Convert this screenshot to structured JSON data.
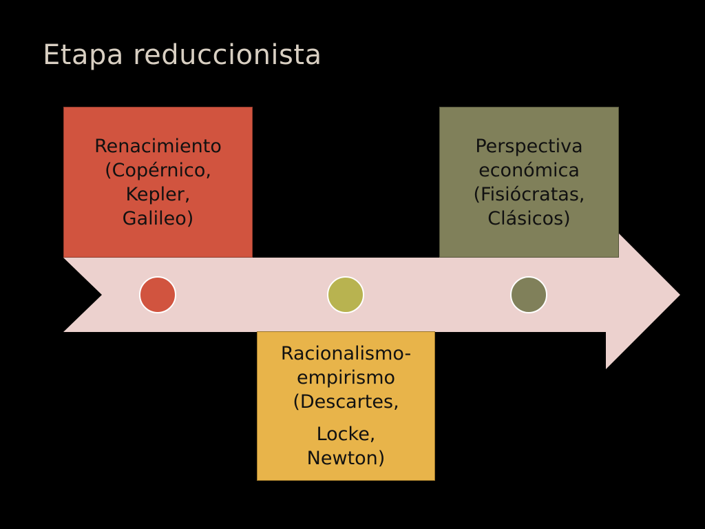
{
  "title": "Etapa reduccionista",
  "colors": {
    "background": "#000000",
    "title_text": "#d8cfc2",
    "arrow_fill": "#ecd1ce",
    "renacimiento": "#d1543f",
    "racionalismo_box": "#e8b44a",
    "racionalismo_dot": "#b8b350",
    "perspectiva": "#80805a"
  },
  "timeline": {
    "events": [
      {
        "lines": [
          "Renacimiento",
          "(Copérnico,",
          "Kepler,",
          "Galileo)"
        ]
      },
      {
        "lines_a": [
          "Racionalismo-",
          "empirismo",
          "(Descartes,"
        ],
        "lines_b": [
          "Locke,",
          "Newton)"
        ]
      },
      {
        "lines": [
          "Perspectiva",
          "económica",
          "(Fisiócratas,",
          "Clásicos)"
        ]
      }
    ]
  }
}
